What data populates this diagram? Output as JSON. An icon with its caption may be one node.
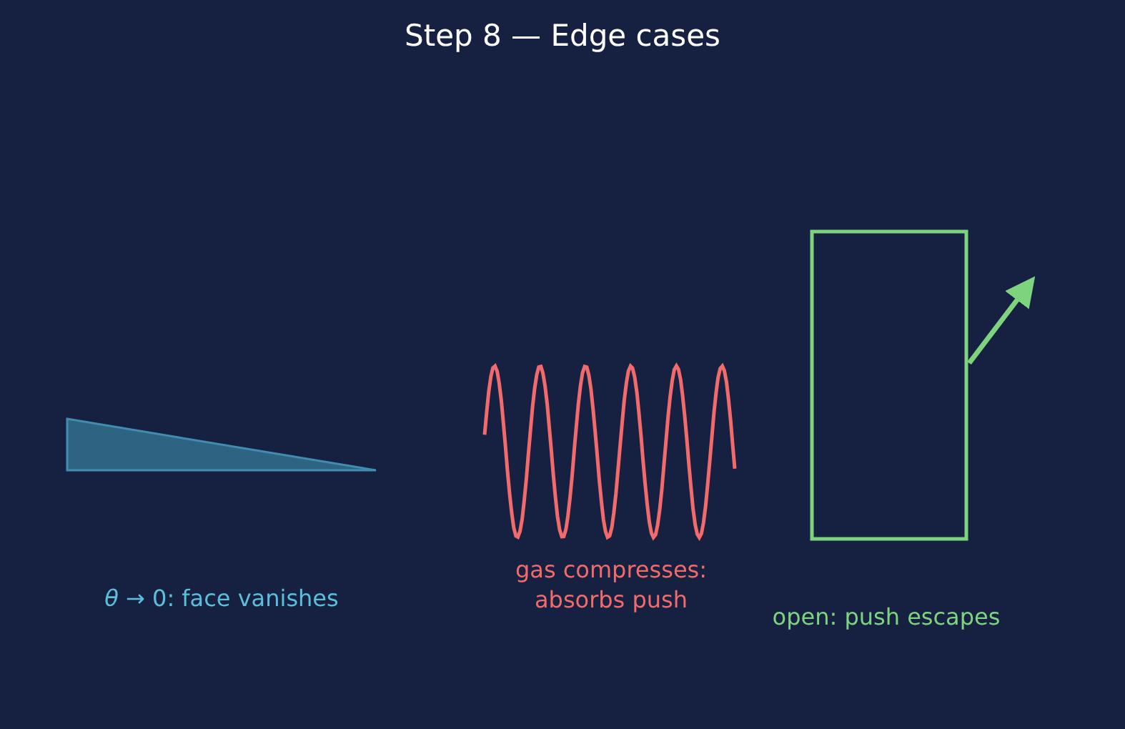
{
  "diagram": {
    "title": "Step 8 — Edge cases",
    "labels": [
      "*θ* → 0: face vanishes",
      "gas compresses: absorbs push",
      "open: push escapes"
    ]
  }
}
